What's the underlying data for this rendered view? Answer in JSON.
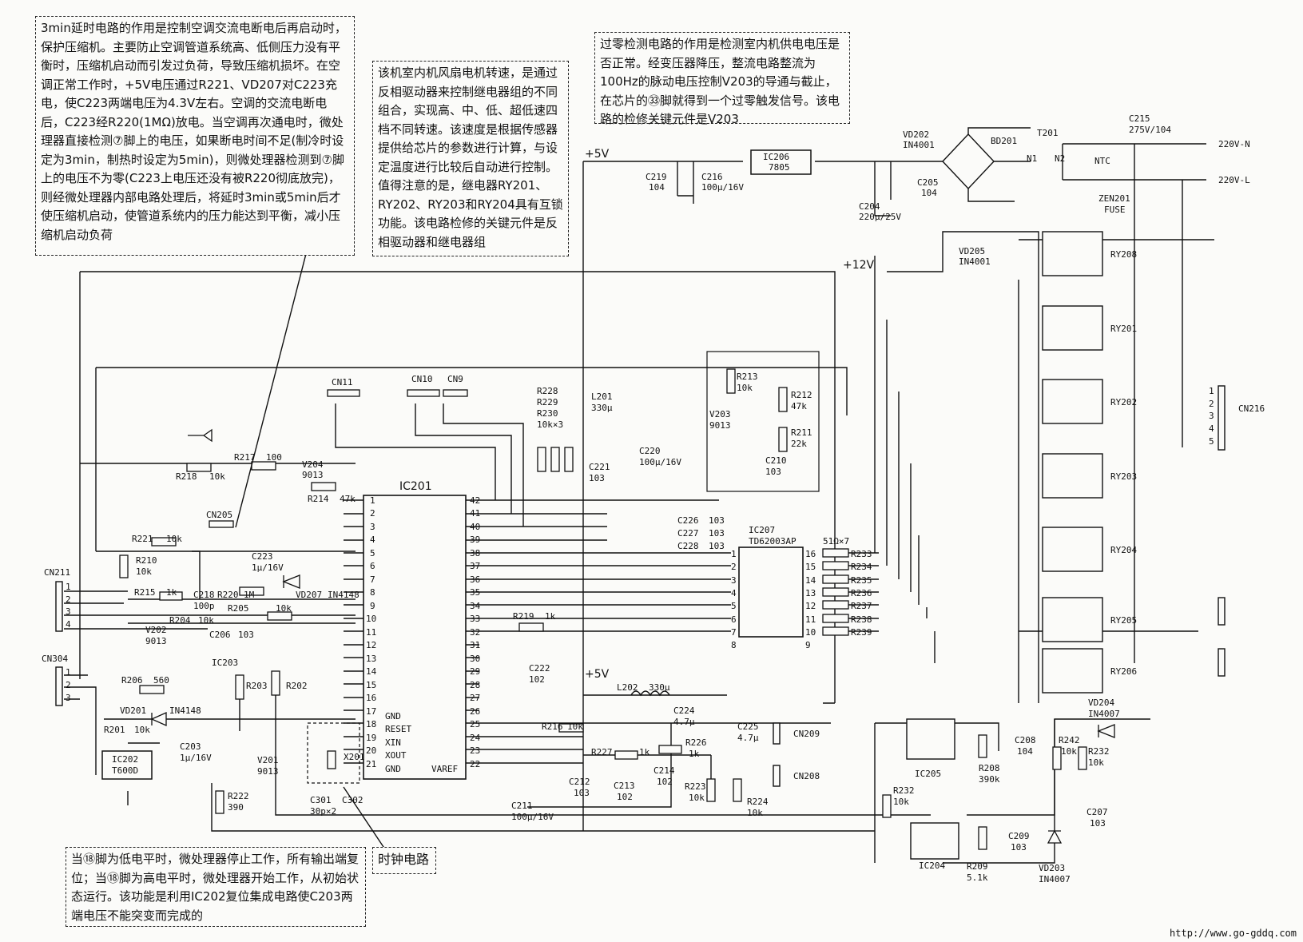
{
  "notes": {
    "delay_circuit": "3min延时电路的作用是控制空调交流电断电后再启动时，保护压缩机。主要防止空调管道系统高、低侧压力没有平衡时，压缩机启动而引发过负荷，导致压缩机损坏。在空调正常工作时，+5V电压通过R221、VD207对C223充电，使C223两端电压为4.3V左右。空调的交流电断电后，C223经R220(1MΩ)放电。当空调再次通电时，微处理器直接检测⑦脚上的电压，如果断电时间不足(制冷时设定为3min，制热时设定为5min)，则微处理器检测到⑦脚上的电压不为零(C223上电压还没有被R220彻底放完)，则经微处理器内部电路处理后，将延时3min或5min后才使压缩机启动，使管道系统内的压力能达到平衡，减小压缩机启动负荷",
    "fan_speed": "该机室内机风扇电机转速，是通过反相驱动器来控制继电器组的不同组合，实现高、中、低、超低速四档不同转速。该速度是根据传感器提供给芯片的参数进行计算，与设定温度进行比较后自动进行控制。值得注意的是，继电器RY201、RY202、RY203和RY204具有互锁功能。该电路检修的关键元件是反相驱动器和继电器组",
    "zero_cross": "过零检测电路的作用是检测室内机供电电压是否正常。经变压器降压，整流电路整流为100Hz的脉动电压控制V203的导通与截止，在芯片的㉝脚就得到一个过零触发信号。该电路的检修关键元件是V203",
    "reset": "当⑱脚为低电平时，微处理器停止工作，所有输出端复位；当⑱脚为高电平时，微处理器开始工作，从初始状态运行。该功能是利用IC202复位集成电路使C203两端电压不能突变而完成的",
    "clock": "时钟电路"
  },
  "labels": {
    "ic201": "IC201",
    "ic207": "IC207",
    "ic207_part": "TD62003AP",
    "ic206": "IC206",
    "ic206_part": "7805",
    "ic202": "IC202",
    "ic202_part": "T600D",
    "ic203": "IC203",
    "ic204": "IC204",
    "ic205": "IC205",
    "v5_top": "+5V",
    "v5_mid": "+5V",
    "v12": "+12V",
    "ac_n": "220V-N",
    "ac_l": "220V-L",
    "bd201": "BD201",
    "t201": "T201",
    "n1": "N1",
    "n2": "N2",
    "ntc": "NTC",
    "c215": "C215",
    "c215_val": "275V/104",
    "zen201": "ZEN201",
    "fuse": "FUSE",
    "vd202": "VD202",
    "vd202_val": "IN4001",
    "c204": "C204",
    "c204_val": "220μ/25V",
    "c205": "C205",
    "c205_val": "104",
    "c219": "C219",
    "c219_val": "104",
    "c216": "C216",
    "c216_val": "100μ/16V",
    "vd205": "VD205",
    "vd205_val": "IN4001",
    "ry208": "RY208",
    "ry201": "RY201",
    "ry202": "RY202",
    "ry203": "RY203",
    "ry204": "RY204",
    "ry205": "RY205",
    "ry206": "RY206",
    "cn216": "CN216",
    "cn11": "CN11",
    "cn10": "CN10",
    "cn9": "CN9",
    "r228": "R228",
    "r229": "R229",
    "r230": "R230",
    "r_x3": "10k×3",
    "l201": "L201",
    "l201_val": "330μ",
    "c221": "C221",
    "c221_val": "103",
    "c220": "C220",
    "c220_val": "100μ/16V",
    "r213": "R213",
    "r213_val": "10k",
    "r212": "R212",
    "r212_val": "47k",
    "r211": "R211",
    "r211_val": "22k",
    "v203": "V203",
    "v203_val": "9013",
    "c210": "C210",
    "c210_val": "103",
    "r218": "R218",
    "r218_val": "10k",
    "r217": "R217",
    "r217_val": "100",
    "v204": "V204",
    "v204_val": "9013",
    "r214": "R214",
    "r214_val": "47k",
    "cn205": "CN205",
    "r221": "R221",
    "r221_val": "10k",
    "c223": "C223",
    "c223_val": "1μ/16V",
    "r210": "R210",
    "r210_val": "10k",
    "r215": "R215",
    "r215_val": "1k",
    "c218": "C218",
    "c218_val": "100p",
    "r220": "R220",
    "r220_val": "1M",
    "vd207": "VD207",
    "vd207_val": "IN4148",
    "r205": "R205",
    "r205_val": "10k",
    "cn211": "CN211",
    "v202": "V202",
    "v202_val": "9013",
    "r204": "R204",
    "r204_val": "10k",
    "c206": "C206",
    "c206_val": "103",
    "cn304": "CN304",
    "r206": "R206",
    "r206_val": "560",
    "vd201": "VD201",
    "vd201_val": "IN4148",
    "r201": "R201",
    "r201_val": "10k",
    "c203": "C203",
    "c203_val": "1μ/16V",
    "r203": "R203",
    "r202": "R202",
    "v201": "V201",
    "v201_val": "9013",
    "r222": "R222",
    "r222_val": "390",
    "x201": "X201",
    "c301": "C301",
    "c302": "C302",
    "c30x_val": "30p×2",
    "pin_gnd1": "GND",
    "pin_reset": "RESET",
    "pin_xin": "XIN",
    "pin_xout": "XOUT",
    "pin_gnd2": "GND",
    "pin_varef": "VAREF",
    "c226": "C226",
    "c227": "C227",
    "c228": "C228",
    "c22x_val": "103",
    "r219": "R219",
    "r219_val": "1k",
    "c222": "C222",
    "c222_val": "102",
    "r_array": "51Ω×7",
    "r233": "R233",
    "r234": "R234",
    "r235": "R235",
    "r236": "R236",
    "r237": "R237",
    "r238": "R238",
    "r239": "R239",
    "l202": "L202",
    "l202_val": "330μ",
    "c224": "C224",
    "c224_val": "4.7μ",
    "c225": "C225",
    "c225_val": "4.7μ",
    "cn209": "CN209",
    "cn208": "CN208",
    "r216": "R216",
    "r216_val": "10k",
    "r227": "R227",
    "r227_val": "1k",
    "r226": "R226",
    "r226_val": "1k",
    "c214": "C214",
    "c214_val": "102",
    "r223": "R223",
    "r223_val": "10k",
    "r224": "R224",
    "r224_val": "10k",
    "c211": "C211",
    "c211_val": "100μ/16V",
    "c212": "C212",
    "c212_val": "103",
    "c213": "C213",
    "c213_val": "102",
    "r232a": "R232",
    "r232a_val": "10k",
    "r208": "R208",
    "r208_val": "390k",
    "c208": "C208",
    "c208_val": "104",
    "r242": "R242",
    "r242_val": "10k",
    "r232b": "R232",
    "r232b_val": "10k",
    "vd204": "VD204",
    "vd204_val": "IN4007",
    "c207": "C207",
    "c207_val": "103",
    "vd203": "VD203",
    "vd203_val": "IN4007",
    "r209": "R209",
    "r209_val": "5.1k",
    "c209": "C209",
    "c209_val": "103"
  },
  "url": "http://www.go-gddq.com"
}
